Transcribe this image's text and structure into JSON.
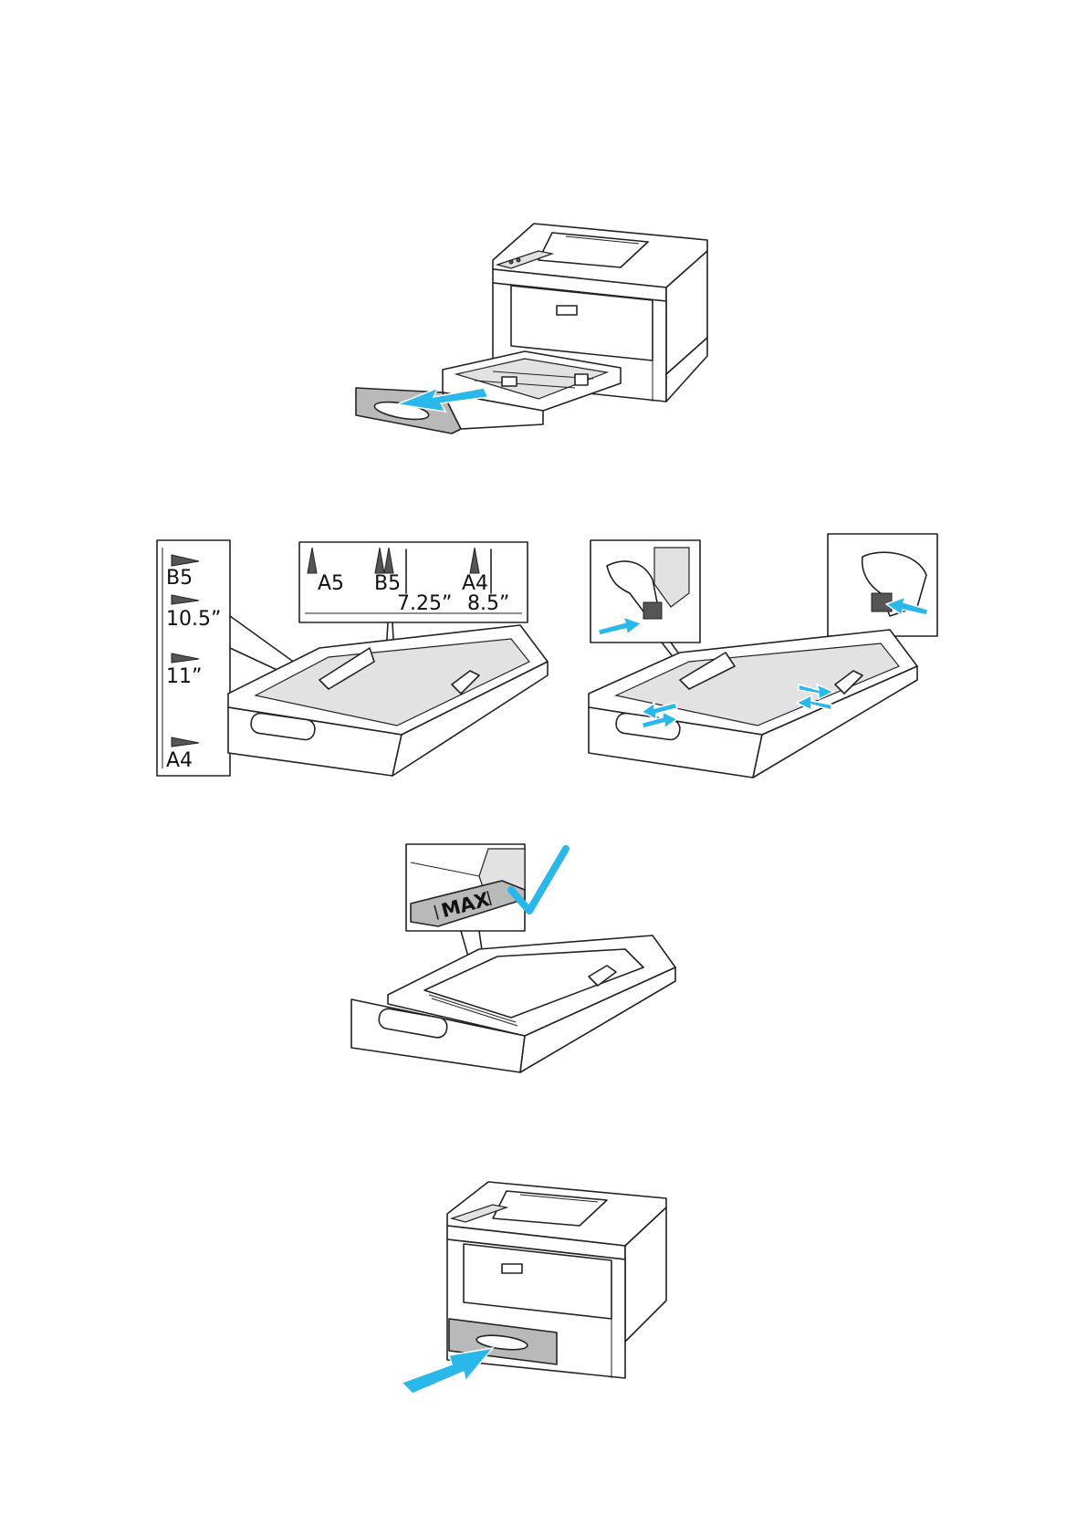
{
  "scale_labels": {
    "left_callout": [
      "B5",
      "10.5”",
      "11”",
      "A4"
    ],
    "top_callout": {
      "sizes": [
        "A5",
        "B5",
        "A4"
      ],
      "inches": [
        "7.25”",
        "8.5”"
      ]
    },
    "max_label": "MAX"
  },
  "icons": {
    "pull_out": "pull-out-arrow-icon",
    "slide_guide": "double-arrow-icon",
    "checkmark": "check-icon",
    "push_in": "push-in-arrow-icon"
  },
  "colors": {
    "accent": "#2ab7ea",
    "tray_front": "#b9b9b9"
  }
}
